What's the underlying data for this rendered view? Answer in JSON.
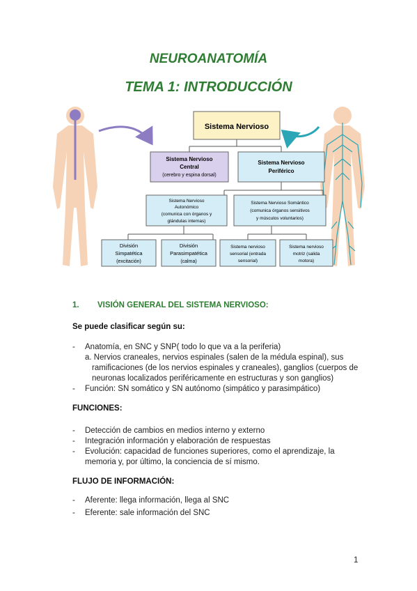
{
  "title": "NEUROANATOMÍA",
  "subtitle": "TEMA 1: INTRODUCCIÓN",
  "diagram": {
    "root": "Sistema Nervioso",
    "snc_l1": "Sistema Nervioso",
    "snc_l2": "Central",
    "snc_l3": "(cerebro y espina dorsal)",
    "snp_l1": "Sistema Nervioso",
    "snp_l2": "Periférico",
    "auto_l1": "Sistema Nervioso",
    "auto_l2": "Autonómico",
    "auto_l3": "(comunica con órganos y",
    "auto_l4": "glándulas internas)",
    "som_l1": "Sistema Nervioso Somántico",
    "som_l2": "(comunica órganos sensitivos",
    "som_l3": "y músculos voluntarios)",
    "simp_l1": "División",
    "simp_l2": "Simpatética",
    "simp_l3": "(excitación)",
    "para_l1": "División",
    "para_l2": "Parasimpatética",
    "para_l3": "(calma)",
    "sens_l1": "Sistema nervioso",
    "sens_l2": "sensorial (entrada",
    "sens_l3": "sensorial)",
    "mot_l1": "Sistema nervioso",
    "mot_l2": "motriz (salida",
    "mot_l3": "motora)"
  },
  "section1": {
    "number": "1.",
    "heading": "VISIÓN GENERAL DEL SISTEMA NERVIOSO:"
  },
  "classify": {
    "heading": "Se puede clasificar según su:",
    "item1": "Anatomía, en SNC y SNP( todo lo que va a la periferia)",
    "item1a_l1": "a. Nervios craneales, nervios espinales (salen de la médula espinal), sus",
    "item1a_l2": "ramificaciones (de los nervios espinales y craneales), ganglios (cuerpos de",
    "item1a_l3": "neuronas localizados periféricamente en estructuras y son ganglios)",
    "item2": "Función: SN somático y SN autónomo (simpático y parasimpático)"
  },
  "functions": {
    "heading": "FUNCIONES:",
    "item1": "Detección de cambios en medios interno y externo",
    "item2": " Integración información y elaboración de respuestas",
    "item3_l1": "Evolución: capacidad de funciones superiores, como el aprendizaje, la",
    "item3_l2": "memoria y, por último, la conciencia de sí mismo."
  },
  "flow": {
    "heading": "FLUJO DE INFORMACIÓN:",
    "item1": "Aferente: llega información, llega al SNC",
    "item2": "Eferente: sale información del SNC"
  },
  "page_number": "1",
  "colors": {
    "title": "#2e7d32",
    "root_box": "#fdf1c6",
    "central_box": "#d9d0ee",
    "peripheral_box": "#d5edf7",
    "small_box": "#d5edf7",
    "left_arrow": "#8e7cc3",
    "right_arrow": "#2aa6b7"
  }
}
